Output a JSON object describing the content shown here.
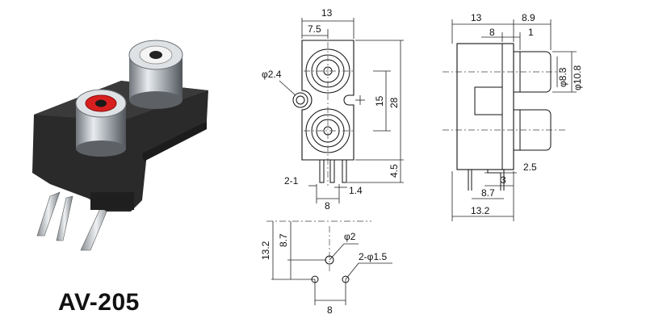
{
  "model": "AV-205",
  "photo": {
    "jacks": [
      {
        "color_name": "red",
        "insulator": "#d81f1f"
      },
      {
        "color_name": "white",
        "insulator": "#f4f4f4"
      }
    ],
    "housing_color": "#2a2a2a",
    "metal_color": "#c9cdd2"
  },
  "front_view": {
    "width": "13",
    "half_width": "7.5",
    "height": "28",
    "pitch": "15",
    "bottom": "4.5",
    "hole": "φ2.4",
    "pin_label": "2-1",
    "pin_width": "1.4",
    "pin_spacing": "8"
  },
  "side_view": {
    "body_depth": "13",
    "plug_depth": "8.9",
    "depth_8": "8",
    "depth_1": "1",
    "inner_dia": "φ8.3",
    "outer_dia": "φ10.8",
    "lead_offset": "2.5",
    "lead_3": "3",
    "lead_87": "8.7",
    "total_depth": "13.2"
  },
  "footprint": {
    "height_132": "13.2",
    "height_87": "8.7",
    "big_hole": "φ2",
    "small_holes": "2-φ1.5",
    "hole_spacing": "8"
  }
}
